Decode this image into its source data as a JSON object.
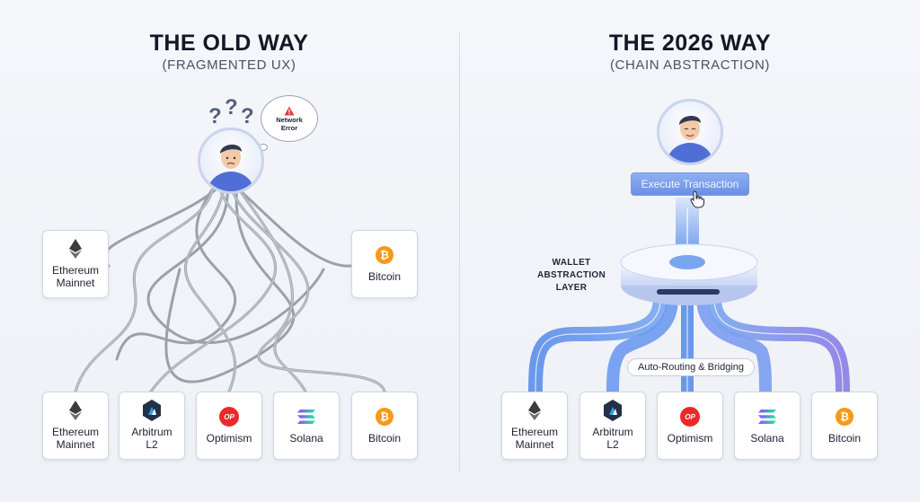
{
  "left_panel": {
    "title": "THE OLD WAY",
    "subtitle": "(FRAGMENTED UX)",
    "question_marks": [
      "?",
      "?",
      "?"
    ],
    "error_bubble": {
      "line1": "Network",
      "line2": "Error",
      "icon": "warning-icon"
    },
    "side_cards": [
      {
        "label": "Ethereum\nMainnet",
        "icon": "ethereum-icon"
      },
      {
        "label": "Bitcoin",
        "icon": "bitcoin-icon"
      }
    ],
    "chains": [
      {
        "label": "Ethereum\nMainnet",
        "icon": "ethereum-icon"
      },
      {
        "label": "Arbitrum\nL2",
        "icon": "arbitrum-icon"
      },
      {
        "label": "Optimism",
        "icon": "optimism-icon",
        "badge": "OP"
      },
      {
        "label": "Solana",
        "icon": "solana-icon"
      },
      {
        "label": "Bitcoin",
        "icon": "bitcoin-icon",
        "badge": "₿"
      }
    ]
  },
  "right_panel": {
    "title": "THE 2026 WAY",
    "subtitle": "(CHAIN ABSTRACTION)",
    "execute_button": "Execute Transaction",
    "wallet_layer_label": "WALLET\nABSTRACTION\nLAYER",
    "routing_label": "Auto-Routing & Bridging",
    "chains": [
      {
        "label": "Ethereum\nMainnet",
        "icon": "ethereum-icon"
      },
      {
        "label": "Arbitrum\nL2",
        "icon": "arbitrum-icon"
      },
      {
        "label": "Optimism",
        "icon": "optimism-icon",
        "badge": "OP"
      },
      {
        "label": "Solana",
        "icon": "solana-icon"
      },
      {
        "label": "Bitcoin",
        "icon": "bitcoin-icon",
        "badge": "₿"
      }
    ]
  },
  "colors": {
    "flow_blue": "#5b8ee8",
    "flow_purple": "#8a7de6",
    "tangle_gray": "#9aa0aa",
    "bitcoin_orange": "#f49a1a",
    "optimism_red": "#ea2a2a"
  }
}
